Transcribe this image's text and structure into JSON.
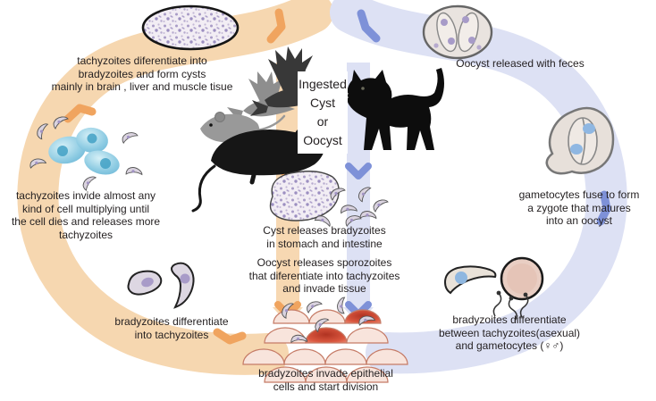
{
  "labels": {
    "top_left": "tachyzoites diferentiate into\nbradyzoites and form cysts\nmainly in brain , liver and muscle tisue",
    "oocyst_feces": "Oocyst released with feces",
    "ingested": "Ingested\nCyst\nor\nOocyst",
    "left": "tachyzoites invide almost any\nkind of cell multiplying until\nthe cell dies and releases more\ntachyzoites",
    "right": "gametocytes fuse to form\na zygote that matures\ninto an oocyst",
    "cyst_release": "Cyst releases bradyzoites\nin stomach and intestine",
    "oocyst_release": "Oocyst releases sporozoites\nthat diferentiate into tachyzoites\nand invade tissue",
    "bottom_left": "bradyzoites differentiate\ninto tachyzoites",
    "bottom_right": "bradyzoites differentiate\nbetween tachyzoites(asexual)\nand gametocytes (♀♂)",
    "bottom_center": "bradyzoites invade epithelial\ncells and start division"
  },
  "colors": {
    "orange_band": "#f6d7b0",
    "orange_arrow": "#f0a45f",
    "blue_band": "#dde1f4",
    "blue_arrow": "#7e91d8",
    "text": "#231f20",
    "background": "#ffffff"
  },
  "figures": [
    "tissue-cyst",
    "oocyst-with-feces",
    "flying-birds",
    "mouse",
    "rat",
    "cat",
    "infected-cells-with-tachyzoites",
    "cyst-releasing-bradyzoites",
    "bradyzoite-pair",
    "gametocyte-and-zygote",
    "microgametes",
    "sporulated-oocyst",
    "epithelial-cells"
  ]
}
